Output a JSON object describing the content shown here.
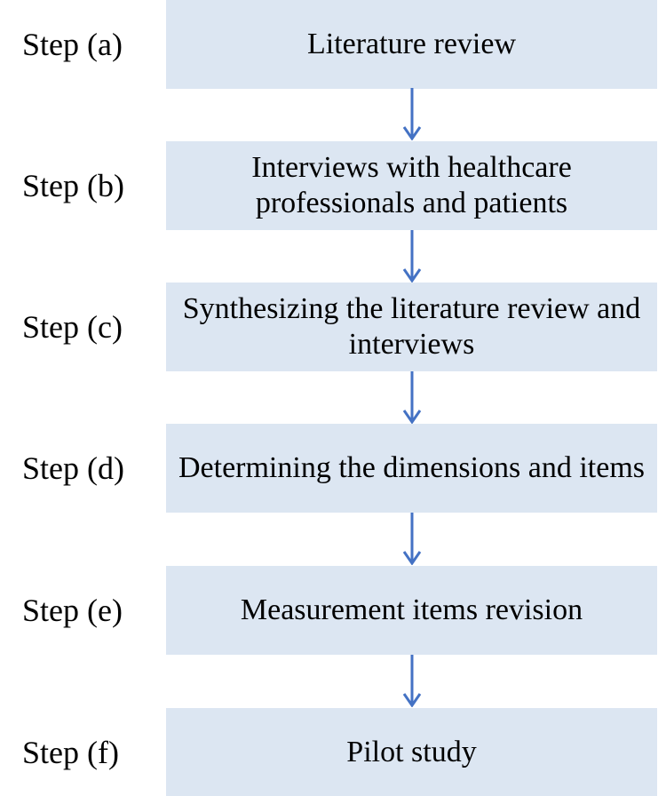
{
  "colors": {
    "box": "#dce6f2",
    "arrow": "#4472c4"
  },
  "steps": [
    {
      "label": "Step (a)",
      "text": "Literature review"
    },
    {
      "label": "Step (b)",
      "text": "Interviews with healthcare professionals and patients"
    },
    {
      "label": "Step (c)",
      "text": "Synthesizing the literature review and interviews"
    },
    {
      "label": "Step (d)",
      "text": "Determining the dimensions and items"
    },
    {
      "label": "Step (e)",
      "text": "Measurement items revision"
    },
    {
      "label": "Step (f)",
      "text": "Pilot study"
    }
  ]
}
